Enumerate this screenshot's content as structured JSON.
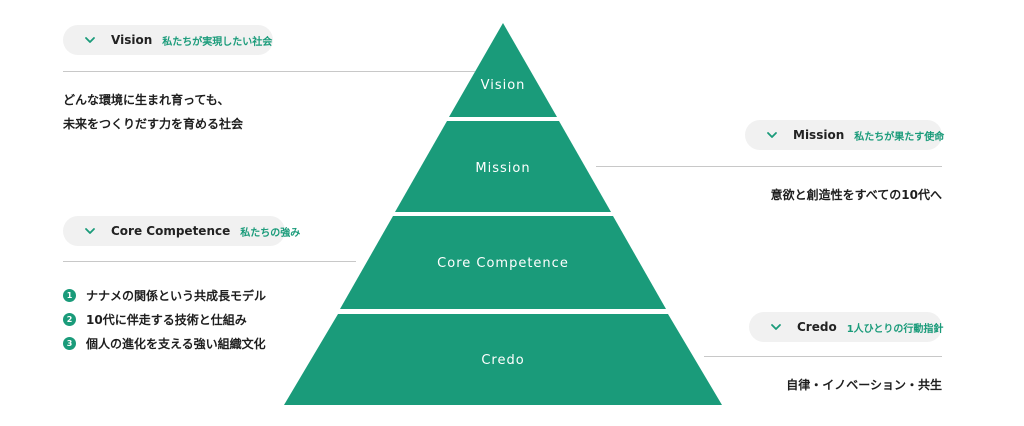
{
  "colors": {
    "accent": "#1a9b7a",
    "pyramid": "#1a9b7a",
    "pill_bg": "#f1f1f1",
    "rule": "#c8c8c8"
  },
  "pyramid": {
    "tiers": [
      {
        "label": "Vision"
      },
      {
        "label": "Mission"
      },
      {
        "label": "Core Competence"
      },
      {
        "label": "Credo"
      }
    ]
  },
  "vision": {
    "title": "Vision",
    "subtitle": "私たちが実現したい社会",
    "desc_line1": "どんな環境に生まれ育っても、",
    "desc_line2": "未来をつくりだす力を育める社会"
  },
  "mission": {
    "title": "Mission",
    "subtitle": "私たちが果たす使命",
    "desc": "意欲と創造性をすべての10代へ"
  },
  "core": {
    "title": "Core Competence",
    "subtitle": "私たちの強み",
    "items": [
      {
        "num": "1",
        "text": "ナナメの関係という共成長モデル"
      },
      {
        "num": "2",
        "text": "10代に伴走する技術と仕組み"
      },
      {
        "num": "3",
        "text": "個人の進化を支える強い組織文化"
      }
    ]
  },
  "credo": {
    "title": "Credo",
    "subtitle": "1人ひとりの行動指針",
    "desc": "自律・イノベーション・共生"
  },
  "icons": {
    "toggle": "chevron-down-icon"
  }
}
